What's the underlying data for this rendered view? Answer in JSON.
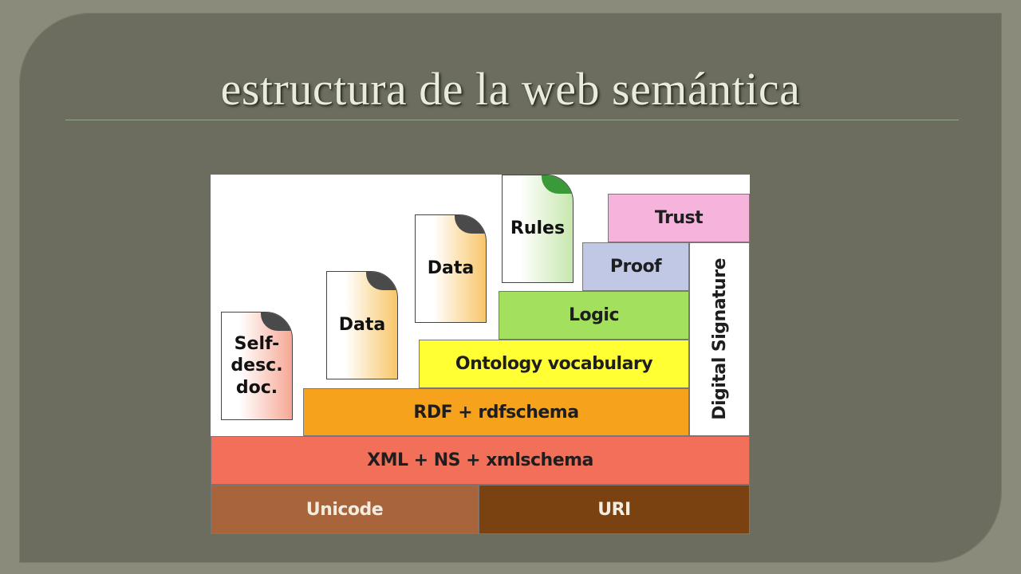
{
  "slide": {
    "title": "estructura de la web semántica"
  },
  "diagram": {
    "layers": {
      "unicode": "Unicode",
      "uri": "URI",
      "xml": "XML + NS + xmlschema",
      "rdf": "RDF + rdfschema",
      "ontology": "Ontology vocabulary",
      "logic": "Logic",
      "proof": "Proof",
      "trust": "Trust",
      "signature": "Digital Signature"
    },
    "documents": {
      "selfdesc": "Self-\ndesc.\ndoc.",
      "data1": "Data",
      "data2": "Data",
      "rules": "Rules"
    }
  },
  "colors": {
    "unicode": "#a8643a",
    "uri": "#7a4210",
    "xml": "#f2705a",
    "rdf": "#f7a21c",
    "ontology": "#ffff33",
    "logic": "#a3e05e",
    "proof": "#c0c8e6",
    "trust": "#f6b4dc"
  }
}
